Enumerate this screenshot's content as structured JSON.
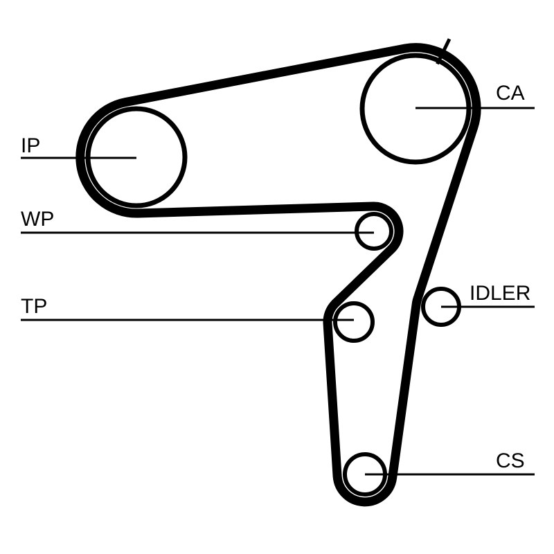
{
  "page": {
    "background_color": "#ffffff",
    "ink_color": "#000000"
  },
  "diagram": {
    "kind": "timing-belt-routing-schematic",
    "labels": [
      {
        "id": "ip",
        "text": "IP"
      },
      {
        "id": "wp",
        "text": "WP"
      },
      {
        "id": "tp",
        "text": "TP"
      },
      {
        "id": "ca",
        "text": "CA"
      },
      {
        "id": "idler",
        "text": "IDLER"
      },
      {
        "id": "cs",
        "text": "CS"
      }
    ]
  }
}
